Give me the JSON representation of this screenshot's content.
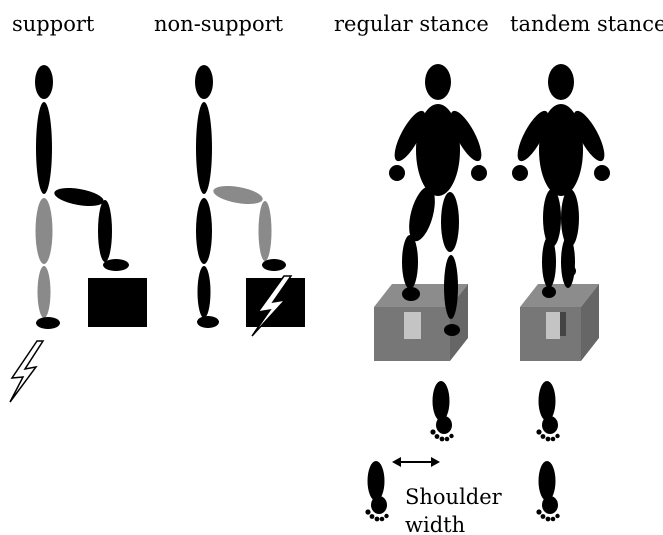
{
  "labels": {
    "support": "support",
    "non_support": "non-support",
    "regular_stance": "regular stance",
    "tandem_stance": "tandem stance",
    "shoulder": "Shoulder",
    "width": "width"
  },
  "icons": [
    "lightning-bolt-icon",
    "footprint-icon",
    "double-arrow-icon"
  ],
  "colors": {
    "body": "#000000",
    "highlight_segment": "#8a8a8a",
    "box_face": "#777777",
    "box_inner": "#9a9a9a",
    "box_window": "#c4c4c4"
  }
}
